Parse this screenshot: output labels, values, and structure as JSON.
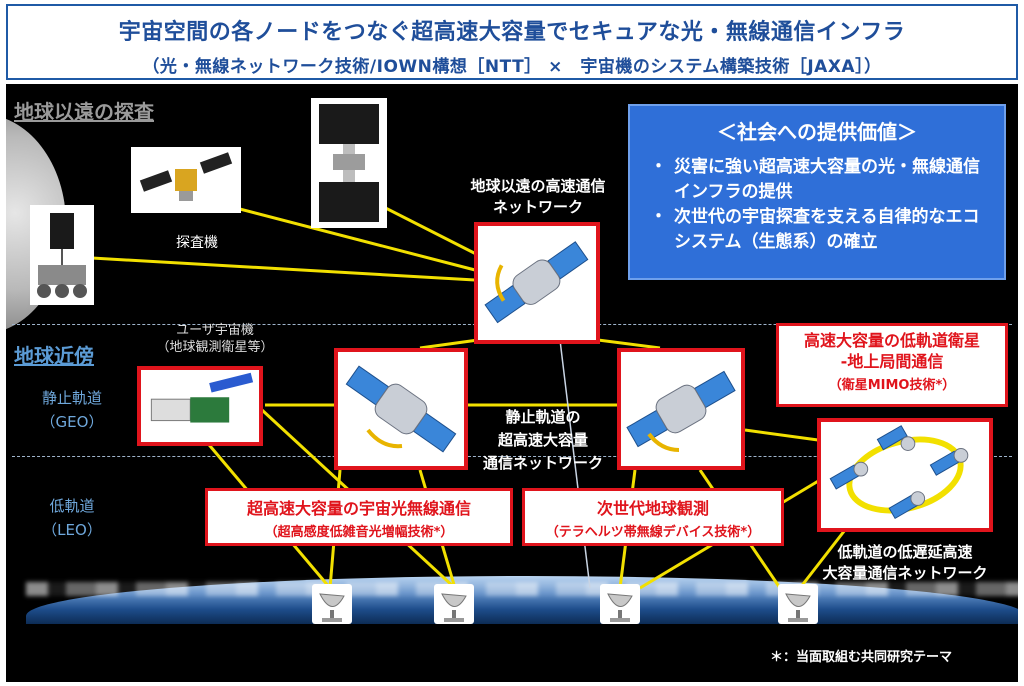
{
  "title": {
    "line1": "宇宙空間の各ノードをつなぐ超高速大容量でセキュアな光・無線通信インフラ",
    "line2": "（光・無線ネットワーク技術/IOWN構想［NTT］ ×　宇宙機のシステム構築技術［JAXA］）"
  },
  "sections": {
    "far": "地球以遠の探査",
    "near": "地球近傍"
  },
  "labels": {
    "probe": "探査機",
    "user_sat": "ユーザ宇宙機\n（地球観測衛星等）",
    "far_network": "地球以遠の高速通信\nネットワーク",
    "geo_network": "静止軌道の\n超高速大容量\n通信ネットワーク",
    "leo_network": "低軌道の低遅延高速\n大容量通信ネットワーク"
  },
  "orbits": {
    "geo": "静止軌道\n（GEO）",
    "leo": "低軌道\n（LEO）"
  },
  "value_box": {
    "title": "＜社会への提供価値＞",
    "items": [
      "災害に強い超高速大容量の光・無線通信インフラの提供",
      "次世代の宇宙探査を支える自律的なエコシステム（生態系）の確立"
    ]
  },
  "red_boxes": {
    "leo_ground": {
      "main": "高速大容量の低軌道衛星\n-地上局間通信",
      "sub": "（衛星MIMO技術*）"
    },
    "optical": {
      "main": "超高速大容量の宇宙光無線通信",
      "sub": "（超高感度低雑音光増幅技術*）"
    },
    "observation": {
      "main": "次世代地球観測",
      "sub": "（テラヘルツ帯無線デバイス技術*）"
    }
  },
  "footnote": "＊：当面取組む共同研究テーマ",
  "colors": {
    "title_blue": "#1f4e9a",
    "accent_red": "#e0141c",
    "link_yellow": "#f2e000",
    "value_blue": "#2f6fd8"
  },
  "icons": [
    "satellite-icon",
    "ground-dish-icon",
    "probe-icon",
    "rover-icon",
    "space-station-icon",
    "moon-icon",
    "earth-icon"
  ]
}
